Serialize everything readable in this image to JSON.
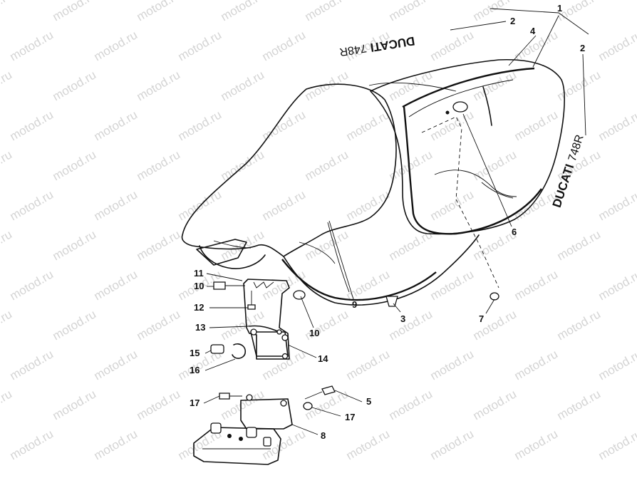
{
  "watermark": {
    "text": "motod.ru"
  },
  "decals": [
    {
      "brand": "DUCATI",
      "model": "748R"
    },
    {
      "brand": "DUCATI",
      "model": "748R"
    }
  ],
  "callouts": [
    "1",
    "2",
    "2",
    "4",
    "6",
    "9",
    "3",
    "7",
    "11",
    "10",
    "12",
    "10",
    "13",
    "14",
    "15",
    "16",
    "5",
    "17",
    "17",
    "8"
  ]
}
